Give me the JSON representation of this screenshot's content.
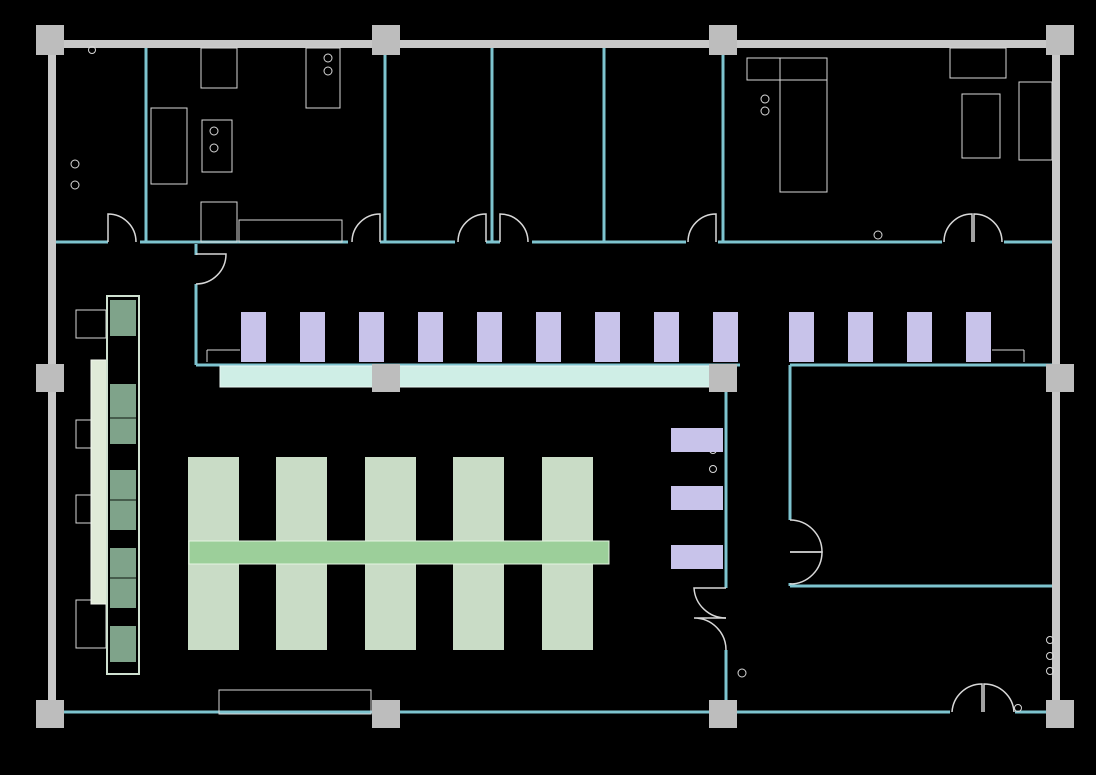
{
  "plan": {
    "type": "architectural-floor-plan",
    "background": "#000000",
    "colors": {
      "structural_wall": "#c8c8c8",
      "column": "#bdbdbd",
      "partition": "#7ec4cf",
      "furniture_outline": "#d8d8d8",
      "lab_bench": "#c9dcc6",
      "bench_spine": "#9ccf9a",
      "workstation": "#c8c3ea",
      "counter": "#cfeee6",
      "equipment_rack": "#7fa38a"
    },
    "rooms": [
      {
        "id": "room-top-1"
      },
      {
        "id": "room-top-2"
      },
      {
        "id": "room-top-3"
      },
      {
        "id": "room-top-4"
      },
      {
        "id": "room-top-5"
      },
      {
        "id": "room-top-6"
      },
      {
        "id": "corridor"
      },
      {
        "id": "open-lab"
      },
      {
        "id": "office-east"
      },
      {
        "id": "lobby-southeast"
      }
    ],
    "counts": {
      "lab_benches": 5,
      "north_workstations": 13,
      "east_workstations": 3,
      "structural_columns": 12
    }
  }
}
